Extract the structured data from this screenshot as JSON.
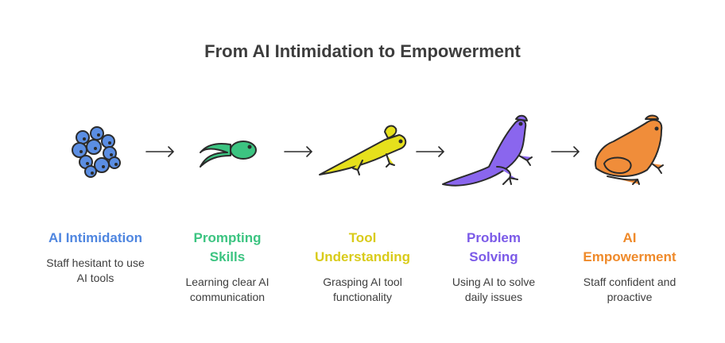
{
  "title": "From AI Intimidation to Empowerment",
  "stages": [
    {
      "title_lines": [
        "AI Intimidation"
      ],
      "desc_lines": [
        "Staff hesitant to use",
        "AI tools"
      ],
      "color": "#4f86e0",
      "icon": "frog-eggs-icon"
    },
    {
      "title_lines": [
        "Prompting",
        "Skills"
      ],
      "desc_lines": [
        "Learning clear AI",
        "communication"
      ],
      "color": "#3cc481",
      "icon": "tadpole-icon"
    },
    {
      "title_lines": [
        "Tool",
        "Understanding"
      ],
      "desc_lines": [
        "Grasping AI tool",
        "functionality"
      ],
      "color": "#d9cb1a",
      "icon": "tadpole-with-legs-icon"
    },
    {
      "title_lines": [
        "Problem",
        "Solving"
      ],
      "desc_lines": [
        "Using AI to solve",
        "daily issues"
      ],
      "color": "#7b5ae8",
      "icon": "froglet-icon"
    },
    {
      "title_lines": [
        "AI",
        "Empowerment"
      ],
      "desc_lines": [
        "Staff confident and",
        "proactive"
      ],
      "color": "#ef8a2a",
      "icon": "frog-icon"
    }
  ]
}
